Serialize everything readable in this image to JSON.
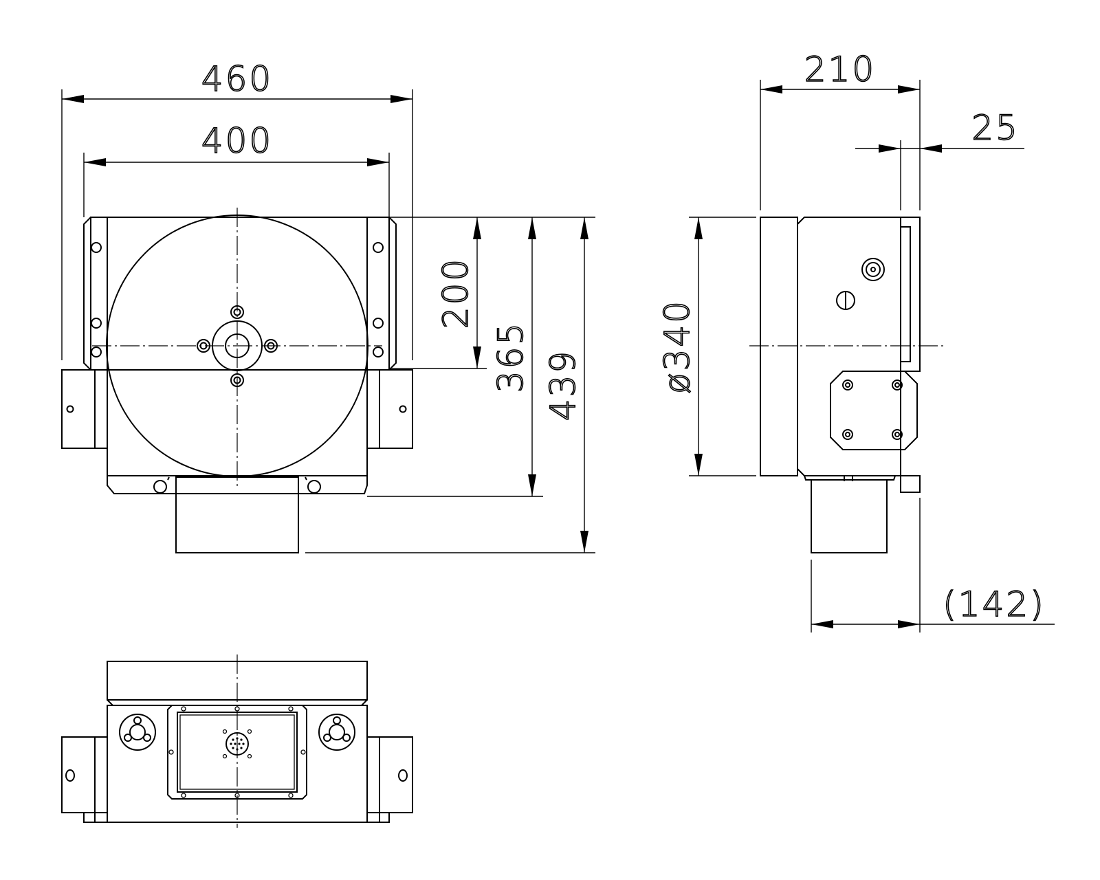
{
  "dimensions": {
    "front_overall_width": "460",
    "front_table_width": "400",
    "front_center_height": "200",
    "front_body_height": "365",
    "front_overall_height": "439",
    "side_depth": "210",
    "side_flange": "25",
    "side_table_diameter": "ø340",
    "side_motor_offset": "(142)"
  }
}
